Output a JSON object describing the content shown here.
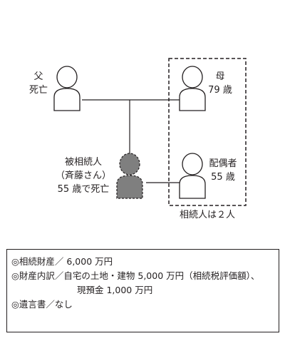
{
  "diagram": {
    "father": {
      "name": "父",
      "status": "死亡"
    },
    "mother": {
      "name": "母",
      "age": "79 歳"
    },
    "decedent": {
      "line1": "被相続人",
      "line2": "（斉藤さん）",
      "line3": "55 歳で死亡"
    },
    "spouse": {
      "name": "配偶者",
      "age": "55 歳"
    },
    "heirs_caption": "相続人は２人"
  },
  "info": {
    "line1": "◎相続財産／ 6,000 万円",
    "line2": "◎財産内訳／自宅の土地・建物 5,000 万円（相続税評価額）、",
    "line3": "現預金 1,000 万円",
    "line4": "◎遺言書／なし"
  },
  "colors": {
    "line": "#231f20",
    "decedent_fill": "#7f7f7f",
    "background": "#ffffff"
  }
}
